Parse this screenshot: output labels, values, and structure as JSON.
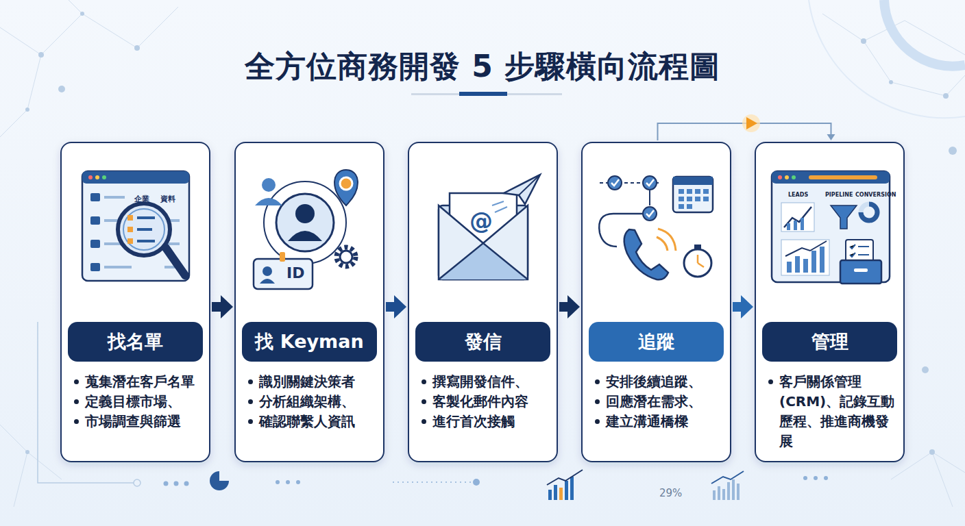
{
  "diagram": {
    "title": "全方位商務開發 5 步驟橫向流程圖",
    "nodes": [
      {
        "text": [
          "找名單",
          "蒐集潛在客戶名單",
          "定義目標市場、",
          "市場調查與篩選"
        ]
      },
      {
        "text": [
          "找 Keyman",
          "識別關鍵決策者",
          "分析組織架構、",
          "確認聯繫人資訊"
        ]
      },
      {
        "text": [
          "發信",
          "撰寫開發信件、",
          "客製化郵件內容",
          "進行首次接觸"
        ]
      },
      {
        "text": [
          "追蹤",
          "安排後續追蹤、",
          "回應潛在需求、",
          "建立溝通橋樑"
        ]
      },
      {
        "text": [
          "管理",
          "客戶關係管理 (CRM)、記錄互動歷程、推進商機發展"
        ]
      }
    ],
    "edges": [
      {
        "from": 0,
        "to": 1,
        "arrow": "to"
      },
      {
        "from": 1,
        "to": 2,
        "arrow": "to"
      },
      {
        "from": 2,
        "to": 3,
        "arrow": "to"
      },
      {
        "from": 3,
        "to": 4,
        "arrow": "to"
      },
      {
        "from": 3,
        "to": 4,
        "arrow": "to"
      }
    ],
    "labels": [
      "企業",
      "資料",
      "ID",
      "@",
      "LEADS",
      "PIPELINE",
      "CONVERSION",
      "29%"
    ]
  }
}
